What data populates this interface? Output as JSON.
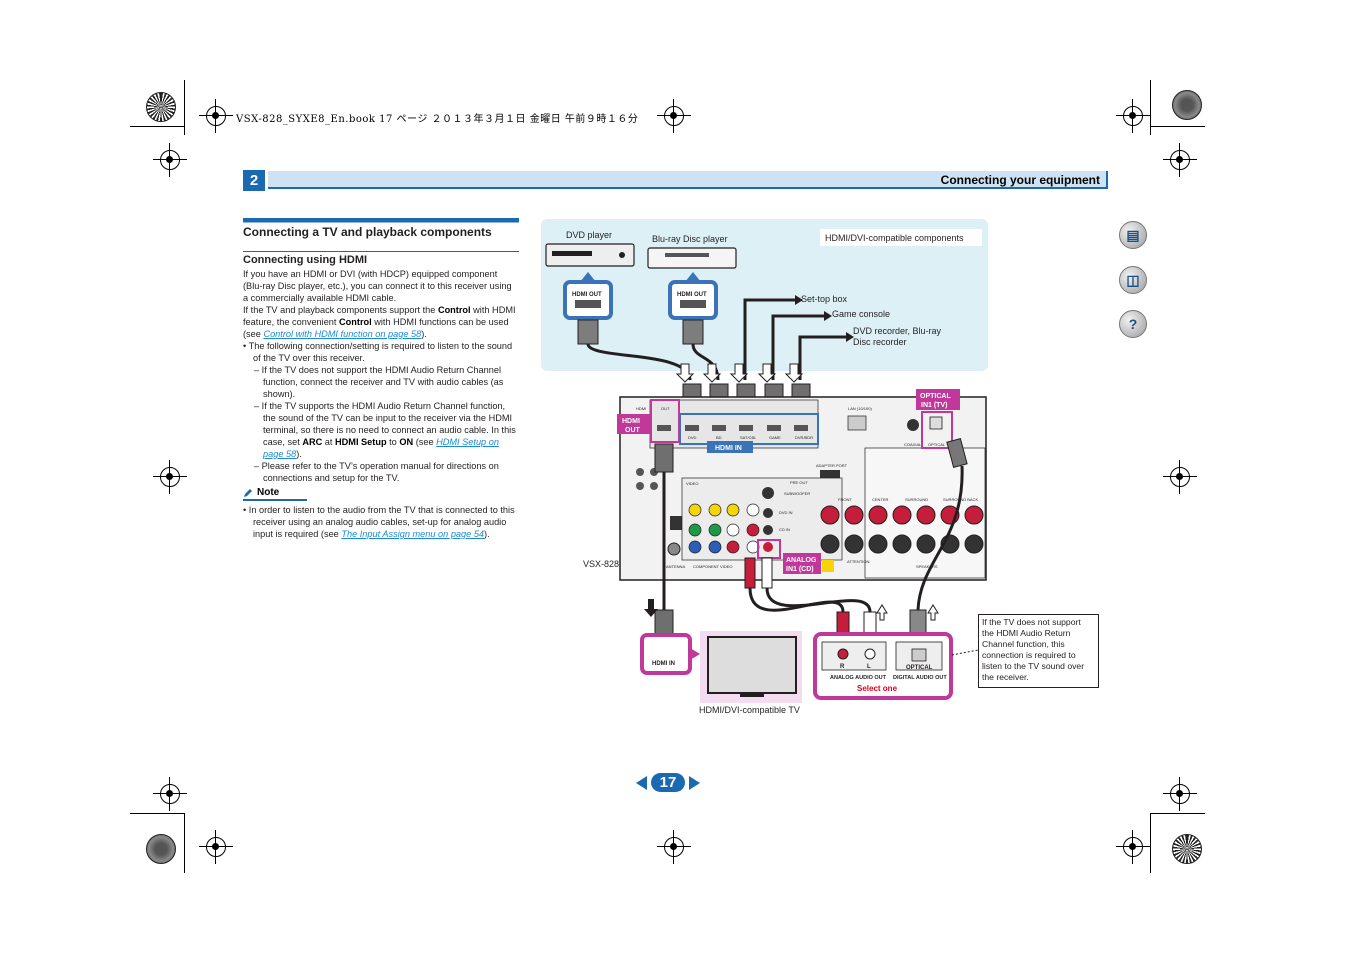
{
  "print_header": "VSX-828_SYXE8_En.book   17 ページ   ２０１３年３月１日   金曜日   午前９時１６分",
  "chapter": {
    "number": "2",
    "title": "Connecting your equipment"
  },
  "section": {
    "title": "Connecting a TV and playback components",
    "subtitle": "Connecting using HDMI"
  },
  "body": {
    "p1": "If you have an HDMI or DVI (with HDCP) equipped component (Blu-ray Disc player, etc.), you can connect it to this receiver using a commercially available HDMI cable.",
    "p2_a": "If the TV and playback components support the ",
    "p2_b": "Control",
    "p2_c": " with HDMI feature, the convenient ",
    "p2_d": "Control",
    "p2_e": " with HDMI functions can be used (see ",
    "p2_link": "Control with HDMI function on page 58",
    "p2_f": ").",
    "bullet1": "• The following connection/setting is required to listen to the sound of the TV over this receiver.",
    "dash1": "– If the TV does not support the HDMI Audio Return Channel function, connect the receiver and TV with audio cables (as shown).",
    "dash2_a": "– If the TV supports the HDMI Audio Return Channel function, the sound of the TV can be input to the receiver via the HDMI terminal, so there is no need to connect an audio cable. In this case, set ",
    "dash2_b": "ARC",
    "dash2_c": " at ",
    "dash2_d": "HDMI Setup",
    "dash2_e": " to ",
    "dash2_f": "ON",
    "dash2_g": " (see ",
    "dash2_link": "HDMI Setup on page 58",
    "dash2_h": ").",
    "dash3": "– Please refer to the TV’s operation manual for directions on connections and setup for the TV.",
    "note_label": "Note",
    "note_a": "• In order to listen to the audio from the TV that is connected to this receiver using an analog audio cables, set-up for analog audio input is required (see ",
    "note_link": "The Input Assign menu on page 54",
    "note_b": ")."
  },
  "diagram": {
    "dvd_player": "DVD player",
    "bluray_player": "Blu-ray Disc player",
    "hdmi_components": "HDMI/DVI-compatible components",
    "hdmi_out": "HDMI OUT",
    "set_top_box": "Set-top box",
    "game_console": "Game console",
    "dvd_recorder_1": "DVD recorder, Blu-ray",
    "dvd_recorder_2": "Disc recorder",
    "receiver_hdmi_out_1": "HDMI",
    "receiver_hdmi_out_2": "OUT",
    "receiver_hdmi_in": "HDMI IN",
    "optical_in_1": "OPTICAL",
    "optical_in_2": "IN1 (TV)",
    "analog_in_1": "ANALOG",
    "analog_in_2": "IN1 (CD)",
    "model": "VSX-828",
    "tv_hdmi_in": "HDMI IN",
    "tv_label": "HDMI/DVI-compatible TV",
    "r_label": "R",
    "l_label": "L",
    "optical_label": "OPTICAL",
    "analog_audio_out": "ANALOG AUDIO OUT",
    "digital_audio_out": "DIGITAL AUDIO OUT",
    "select_one": "Select one",
    "callout_note": "If the TV does not support the HDMI Audio Return Channel function, this connection is required to listen to the TV sound over the receiver.",
    "panel_labels": {
      "hdmi": "HDMI",
      "out": "OUT",
      "dvd": "DVD",
      "bd": "BD",
      "satcbl": "SAT/CBL",
      "game": "GAME",
      "dvrbdr": "DVR/BDR",
      "lan": "LAN (10/100)",
      "coaxial": "COAXIAL",
      "optical": "OPTICAL",
      "adapter_port": "ADAPTER PORT",
      "subwoofer": "SUBWOOFER",
      "pre_out": "PRE OUT",
      "video": "VIDEO",
      "component_video": "COMPONENT VIDEO",
      "speakers": "SPEAKERS",
      "front": "FRONT",
      "center": "CENTER",
      "surround": "SURROUND",
      "surround_back": "SURROUND BACK",
      "attention": "ATTENTION:",
      "antenna": "ANTENNA",
      "monitor_out": "MONITOR OUT",
      "dvd_in": "DVD IN",
      "cd_in": "CD IN"
    }
  },
  "page_number": "17",
  "colors": {
    "accent_blue": "#1b6ab1",
    "magenta": "#c0389a",
    "panel_bg": "#dcf0f6",
    "select_red": "#e0001a"
  }
}
